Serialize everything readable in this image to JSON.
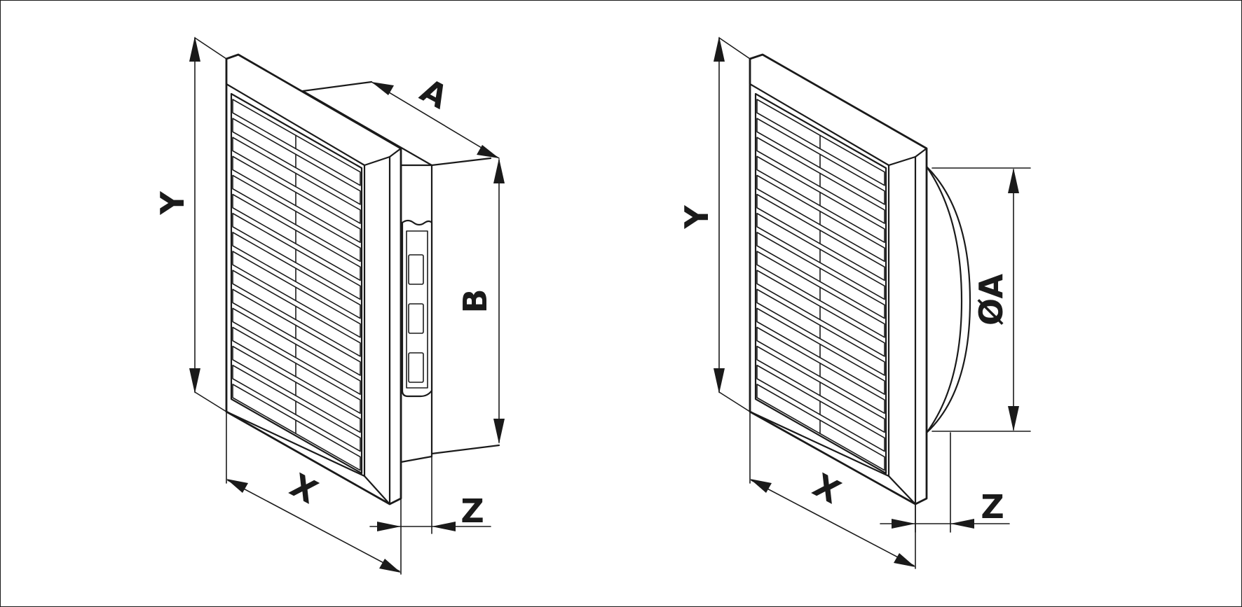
{
  "left_drawing": {
    "labels": {
      "y": "Y",
      "x": "X",
      "a": "A",
      "b": "B",
      "z": "Z"
    }
  },
  "right_drawing": {
    "labels": {
      "y": "Y",
      "x": "X",
      "diameter_a": "ØA",
      "z": "Z"
    }
  },
  "colors": {
    "line": "#1a1a1a",
    "background": "#ffffff"
  }
}
